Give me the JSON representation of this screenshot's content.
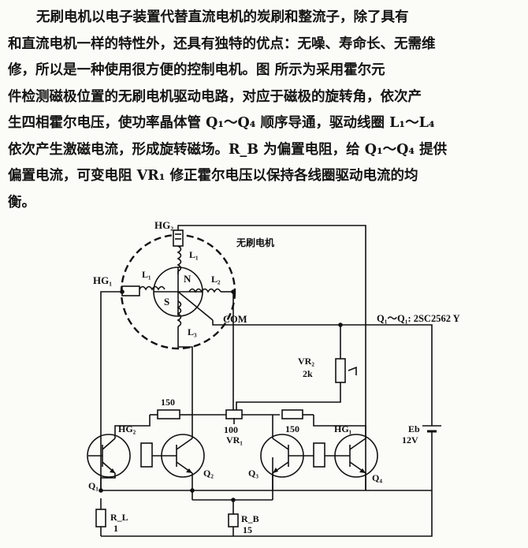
{
  "description": {
    "lines": [
      "无刷电机以电子装置代替直流电机的炭刷和整流子，除了具有",
      "和直流电机一样的特性外，还具有独特的优点：无噪、寿命长、无需维",
      "修，所以是一种使用很方便的控制电机。图       所示为采用霍尔元",
      "件检测磁极位置的无刷电机驱动电路，对应于磁极的旋转角，依次产",
      "生四相霍尔电压，使功率晶体管 Q₁～Q₄ 顺序导通，驱动线圈 L₁～L₄",
      "依次产生激磁电流，形成旋转磁场。R_B 为偏置电阻，给 Q₁～Q₄ 提供",
      "偏置电流，可变电阻 VR₁ 修正霍尔电压以保持各线圈驱动电流的均",
      "衡。"
    ]
  },
  "diagram": {
    "motor_label": "无刷电机",
    "hall_top": "HG₂",
    "hall_left": "HG₁",
    "coil_top": "L₁",
    "coil_left": "L₁",
    "coil_right": "L₂",
    "coil_bottom": "L₃",
    "pole_n": "N",
    "pole_s": "S",
    "com": "COM",
    "transistor_note": "Q₁～Q₁: 2SC2562 Y",
    "vr2_name": "VR₂",
    "vr2_value": "2k",
    "r_left_value": "150",
    "vr1_value": "100",
    "vr1_name": "VR₁",
    "r_right_value": "150",
    "hg2_bottom": "HG₂",
    "hg1_bottom": "HG₁",
    "q1": "Q₁",
    "q2": "Q₂",
    "q3": "Q₃",
    "q4": "Q₄",
    "supply_name": "Eb",
    "supply_value": "12V",
    "rl_name": "R_L",
    "rl_value": "1",
    "rb_name": "R_B",
    "rb_value": "15"
  }
}
